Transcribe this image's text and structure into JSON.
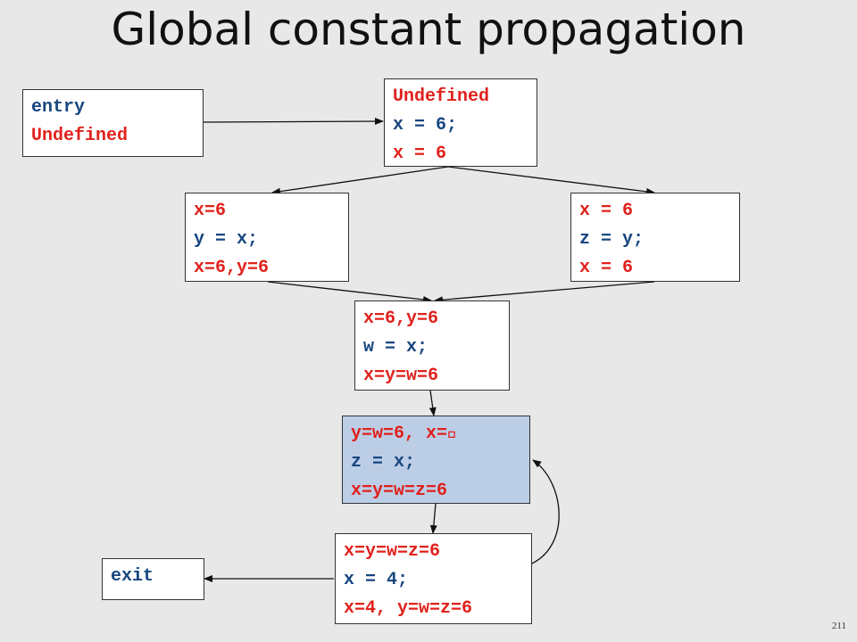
{
  "title": "Global constant propagation",
  "slide_number": "211",
  "colors": {
    "fact": "#e0211c",
    "statement": "#17467f",
    "highlight": "#bccde6"
  },
  "nodes": {
    "entry": [
      "entry",
      "Undefined"
    ],
    "n1": [
      "Undefined",
      "x = 6;",
      "x = 6"
    ],
    "n2": [
      "x=6",
      "y = x;",
      "x=6,y=6"
    ],
    "n3": [
      "x = 6",
      "z = y;",
      "x = 6"
    ],
    "n4": [
      "x=6,y=6",
      "w = x;",
      "x=y=w=6"
    ],
    "n5": [
      "y=w=6, x=\u0000",
      "z = x;",
      "x=y=w=z=6"
    ],
    "n6": [
      "x=y=w=z=6",
      "x = 4;",
      "x=4, y=w=z=6"
    ],
    "exit": [
      "exit"
    ]
  }
}
